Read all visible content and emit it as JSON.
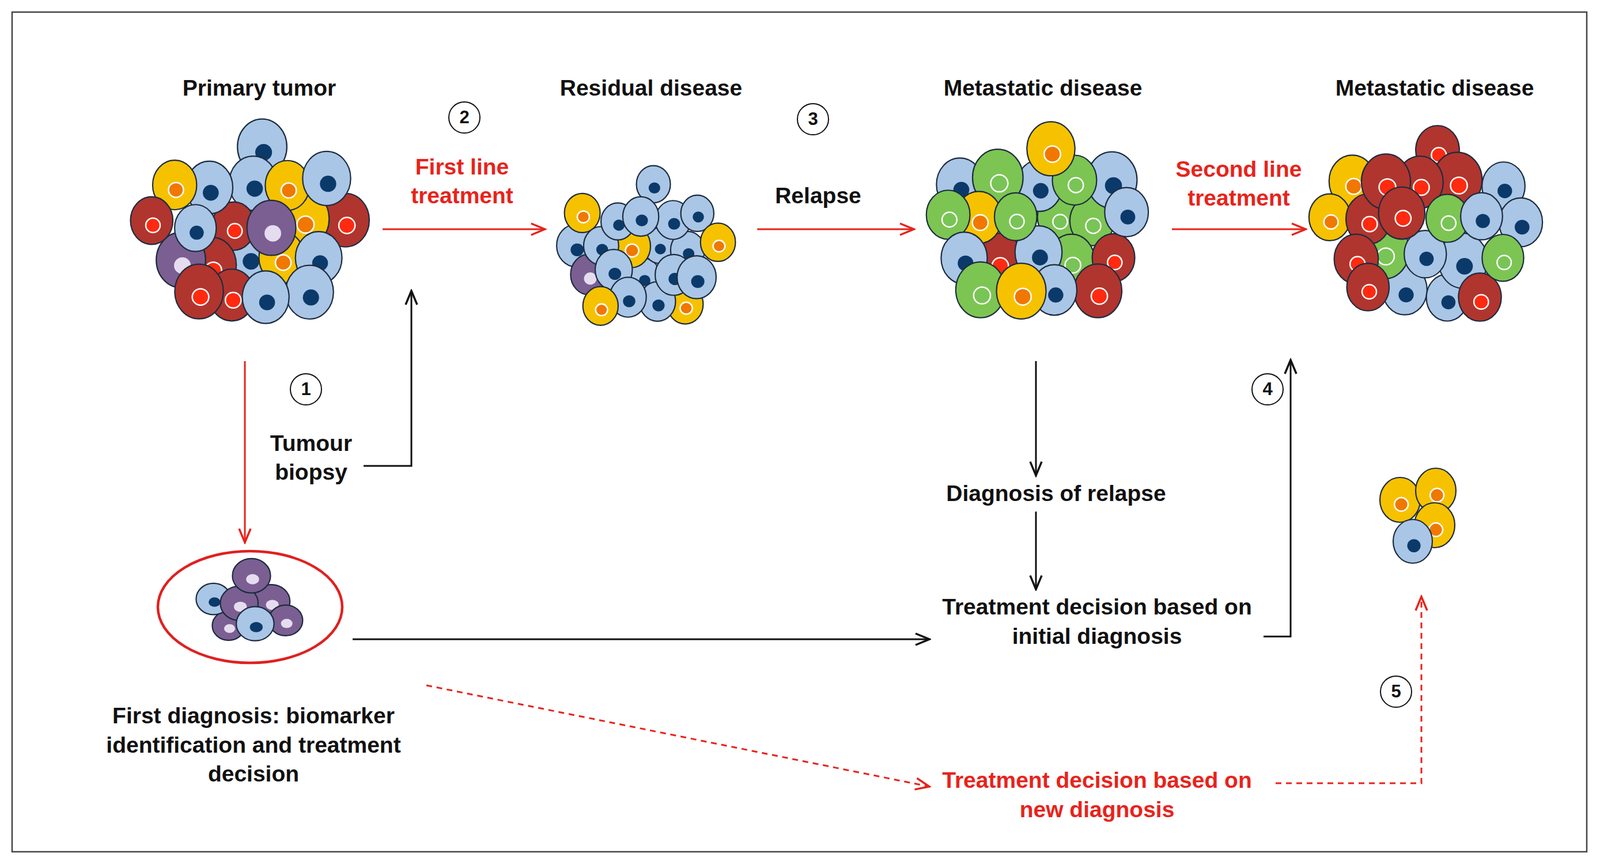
{
  "diagram": {
    "nodes": [
      {
        "text": [
          "Primary tumor"
        ]
      },
      {
        "text": [
          "Residual disease"
        ]
      },
      {
        "text": [
          "Metastatic disease"
        ]
      },
      {
        "text": [
          "Metastatic disease"
        ]
      },
      {
        "text": [
          "First diagnosis: biomarker identification and treatment decision"
        ]
      },
      {
        "text": [
          "Diagnosis of relapse"
        ]
      },
      {
        "text": [
          "Treatment decision based on initial diagnosis"
        ]
      },
      {
        "text": [
          "Treatment decision based on new diagnosis"
        ]
      }
    ],
    "edges": [
      {
        "from": 0,
        "to": 1,
        "arrow": "to",
        "label": "First line treatment"
      },
      {
        "from": 1,
        "to": 2,
        "arrow": "to",
        "label": "Relapse"
      },
      {
        "from": 2,
        "to": 3,
        "arrow": "to",
        "label": "Second line treatment"
      },
      {
        "from": 0,
        "to": 4,
        "arrow": "to",
        "label": "Tumour biopsy"
      },
      {
        "from": 2,
        "to": 5,
        "arrow": "to"
      },
      {
        "from": 5,
        "to": 6,
        "arrow": "to"
      },
      {
        "from": 4,
        "to": 6,
        "arrow": "to"
      },
      {
        "from": 6,
        "to": 3,
        "arrow": "to"
      },
      {
        "from": 4,
        "to": 7,
        "arrow": "to"
      }
    ],
    "labels": [
      "1",
      "2",
      "3",
      "4",
      "5"
    ]
  }
}
